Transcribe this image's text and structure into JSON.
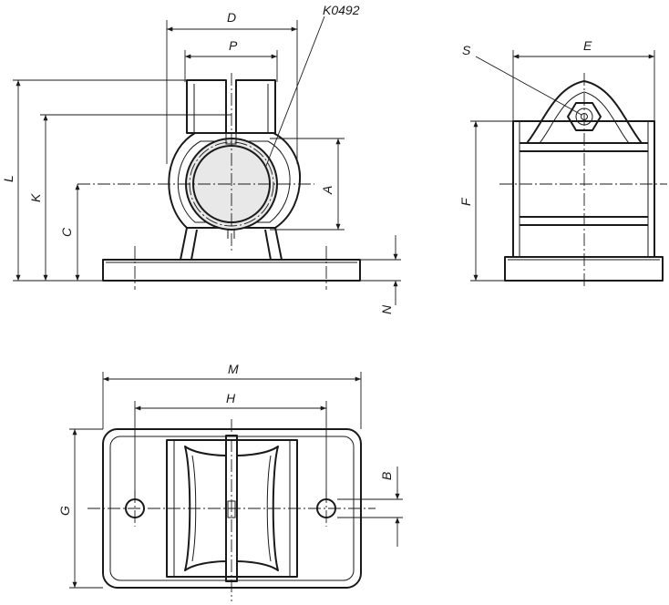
{
  "labels": {
    "D": "D",
    "P": "P",
    "part_no": "K0492",
    "S": "S",
    "E": "E",
    "L": "L",
    "K": "K",
    "C": "C",
    "A": "A",
    "F": "F",
    "N": "N",
    "M": "M",
    "H": "H",
    "B": "B",
    "G": "G"
  }
}
